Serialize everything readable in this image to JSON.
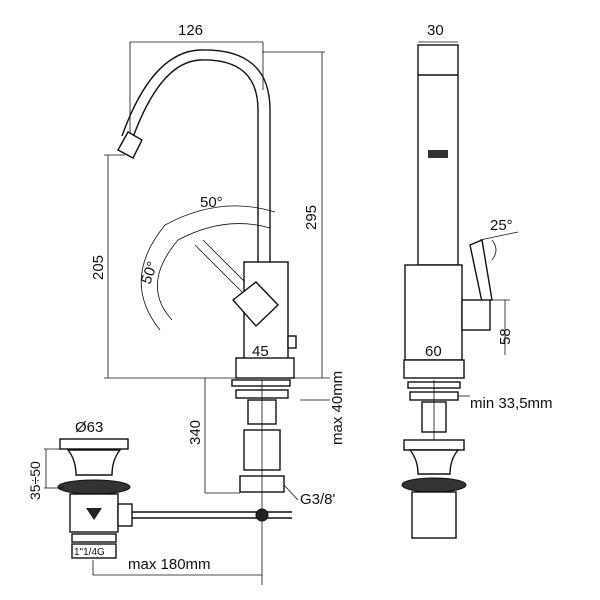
{
  "front_view": {
    "width_label": "126",
    "height_label": "295",
    "spout_height_label": "205",
    "angle_top_label": "50°",
    "angle_side_label": "50°",
    "base_label": "45",
    "clearance_label": "max 40mm",
    "shank_label": "340",
    "connection_label": "G3/8'",
    "rod_length_label": "max 180mm"
  },
  "side_view": {
    "width_label": "30",
    "angle_label": "25°",
    "handle_height_label": "58",
    "base_label": "60",
    "min_label": "min 33,5mm"
  },
  "drain": {
    "diameter_label": "Ø63",
    "height_label": "35÷50",
    "thread_label": "1\"1/4G"
  }
}
